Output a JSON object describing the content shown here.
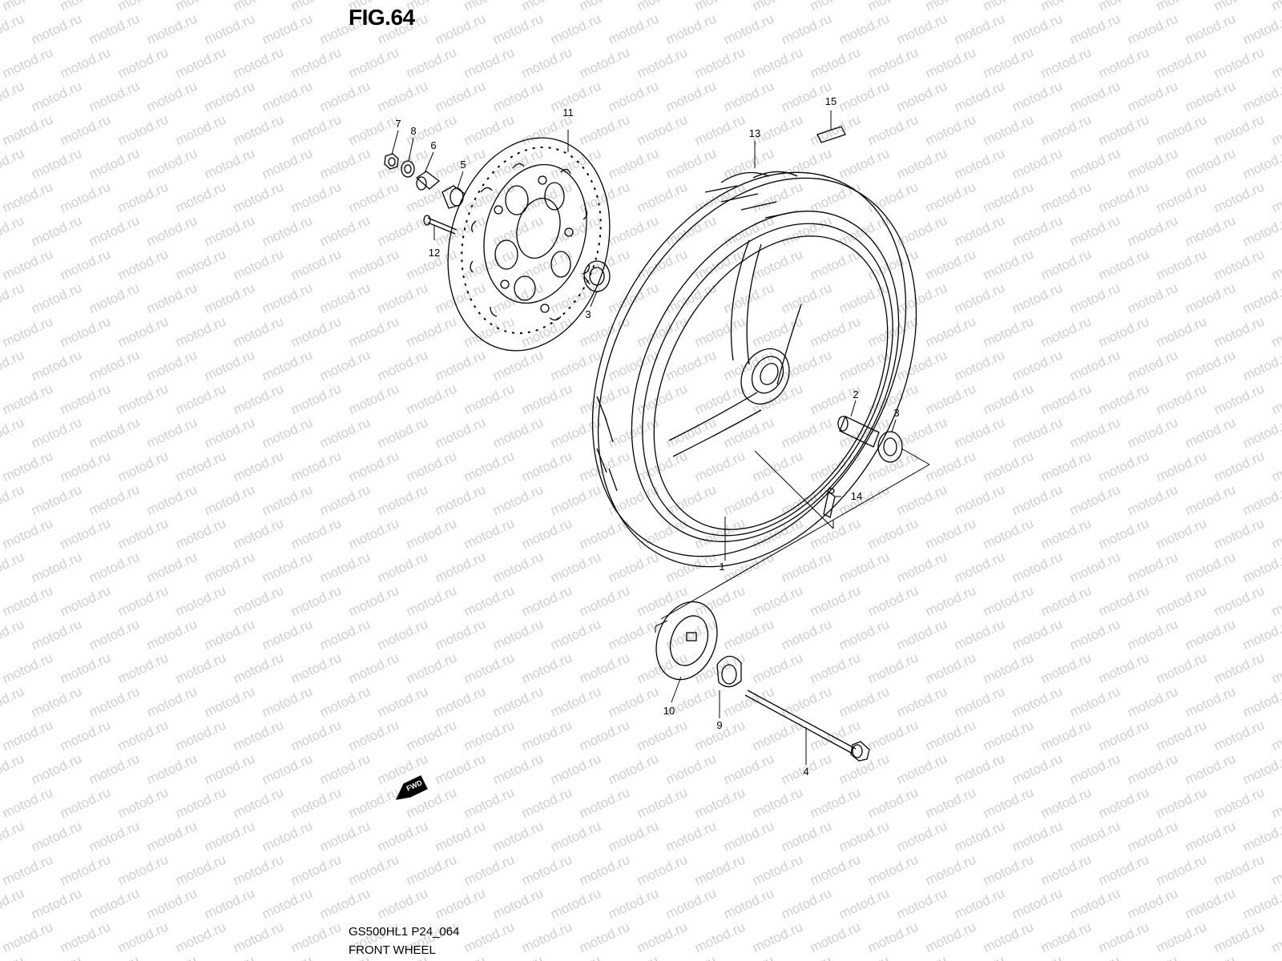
{
  "figure": {
    "title": "FIG.64",
    "model_code": "GS500HL1 P24_064",
    "name": "FRONT WHEEL",
    "watermark": "motod.ru",
    "fwd_label": "FWD"
  },
  "callouts": [
    "1",
    "2",
    "3",
    "3",
    "4",
    "5",
    "6",
    "7",
    "8",
    "9",
    "10",
    "11",
    "12",
    "13",
    "14",
    "15"
  ]
}
